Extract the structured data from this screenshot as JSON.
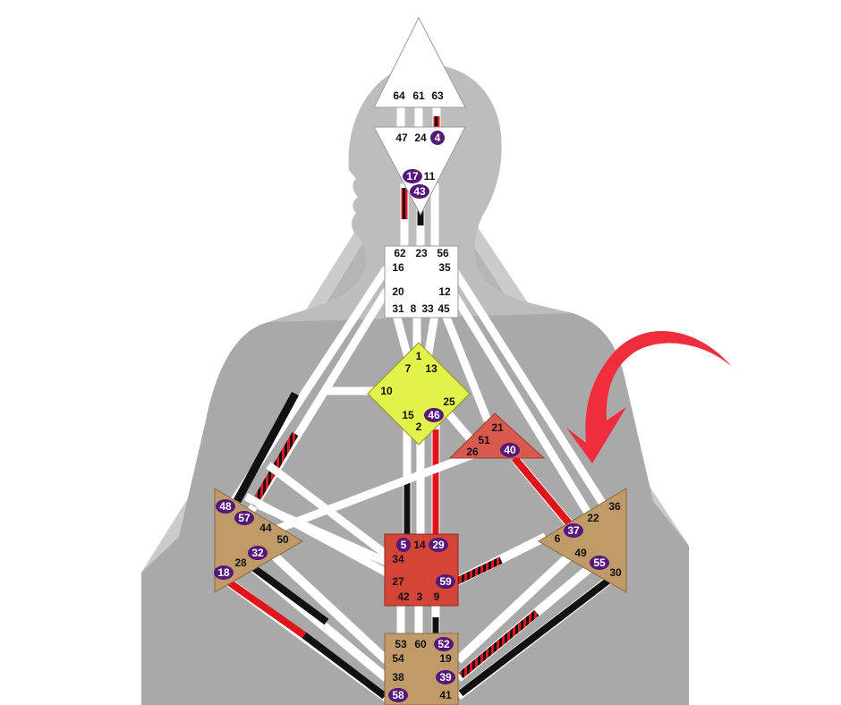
{
  "colors": {
    "background_light": "#d8d8d8",
    "background_dark": "#a9a9a9",
    "silhouette": "#b8b8b8",
    "channel_white": "#ffffff",
    "channel_black": "#111111",
    "channel_red": "#e0141a",
    "center_white": "#ffffff",
    "g_center": "#e3f24a",
    "heart": "#d85a4e",
    "sacral": "#d44437",
    "spleen_solar_root": "#c09a69",
    "active_gate": "#55177a",
    "arrow": "#ef2d3c"
  },
  "centers": {
    "head": {
      "gates": [
        "64",
        "61",
        "63"
      ]
    },
    "ajna": {
      "gates": [
        "47",
        "24",
        "4",
        "17",
        "11",
        "43"
      ]
    },
    "throat": {
      "gates": [
        "62",
        "23",
        "56",
        "16",
        "35",
        "20",
        "12",
        "31",
        "8",
        "33",
        "45"
      ]
    },
    "g": {
      "gates": [
        "1",
        "7",
        "13",
        "10",
        "25",
        "15",
        "46",
        "2"
      ]
    },
    "heart": {
      "gates": [
        "21",
        "51",
        "26",
        "40"
      ]
    },
    "spleen": {
      "gates": [
        "48",
        "57",
        "44",
        "50",
        "32",
        "28",
        "18"
      ]
    },
    "sacral": {
      "gates": [
        "5",
        "14",
        "29",
        "34",
        "27",
        "59",
        "42",
        "3",
        "9"
      ]
    },
    "solar_plexus": {
      "gates": [
        "36",
        "22",
        "37",
        "6",
        "49",
        "55",
        "30"
      ]
    },
    "root": {
      "gates": [
        "53",
        "60",
        "52",
        "54",
        "19",
        "38",
        "39",
        "58",
        "41"
      ]
    }
  },
  "active_gates": [
    "4",
    "17",
    "43",
    "46",
    "40",
    "48",
    "57",
    "32",
    "18",
    "5",
    "29",
    "59",
    "37",
    "55",
    "52",
    "39",
    "58"
  ],
  "arrow": {
    "icon": "curved-arrow-icon",
    "points_to": "solar_plexus"
  }
}
